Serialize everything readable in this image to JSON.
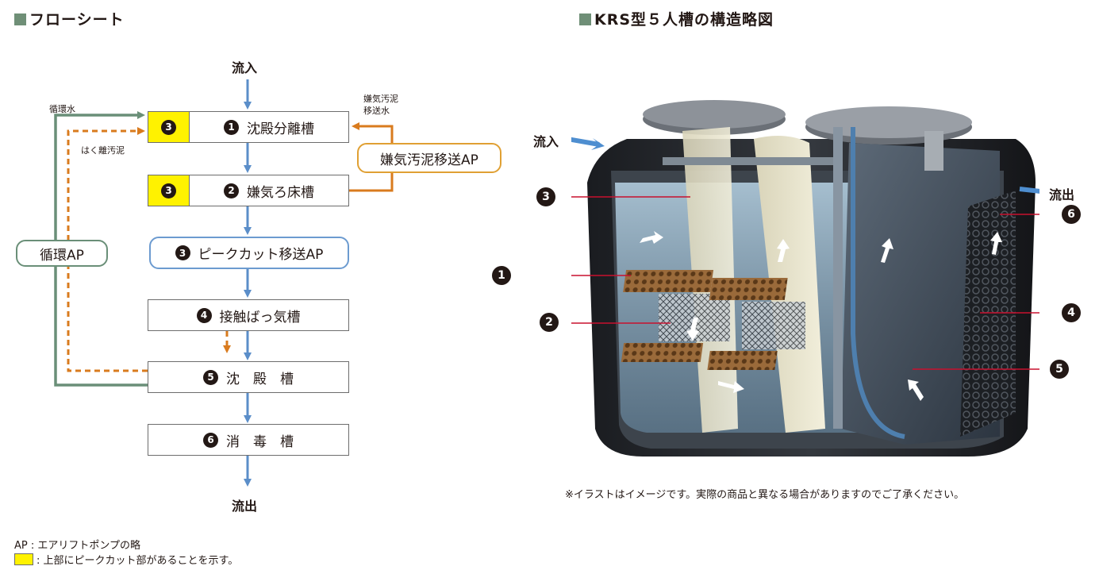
{
  "headings": {
    "flow": "フローシート",
    "structure": "KRS型５人槽の構造略図"
  },
  "flow": {
    "inflow": "流入",
    "outflow": "流出",
    "tanks": [
      {
        "num": "1",
        "label": "沈殿分離槽"
      },
      {
        "num": "2",
        "label": "嫌気ろ床槽"
      },
      {
        "num": "3",
        "label": "ピークカット移送AP"
      },
      {
        "num": "4",
        "label": "接触ばっ気槽"
      },
      {
        "num": "5",
        "label": "沈　殿　槽"
      },
      {
        "num": "6",
        "label": "消　毒　槽"
      }
    ],
    "peak_marker": "3",
    "circulation_water": "循環水",
    "peeled_sludge": "はく離汚泥",
    "circulation_ap": "循環AP",
    "anaerobic_sludge_water": [
      "嫌気汚泥",
      "移送水"
    ],
    "anaerobic_sludge_ap": "嫌気汚泥移送AP"
  },
  "legend": {
    "ap_note": "AP : エアリフトポンプの略",
    "peak_note": ": 上部にピークカット部があることを示す。"
  },
  "illustration": {
    "inflow": "流入",
    "outflow": "流出",
    "callouts": [
      "3",
      "1",
      "2",
      "6",
      "4",
      "5"
    ],
    "disclaimer": "※イラストはイメージです。実際の商品と異なる場合がありますのでご了承ください。"
  },
  "colors": {
    "flow_arrow": "#5b8ec9",
    "sludge_orange": "#d97b1e",
    "sludge_ap_border": "#e0a033",
    "circulation_green": "#6a8f78",
    "peak_yellow": "#fff200",
    "peak_ap_border": "#6c9bd0",
    "heading_square": "#6f8f77"
  }
}
